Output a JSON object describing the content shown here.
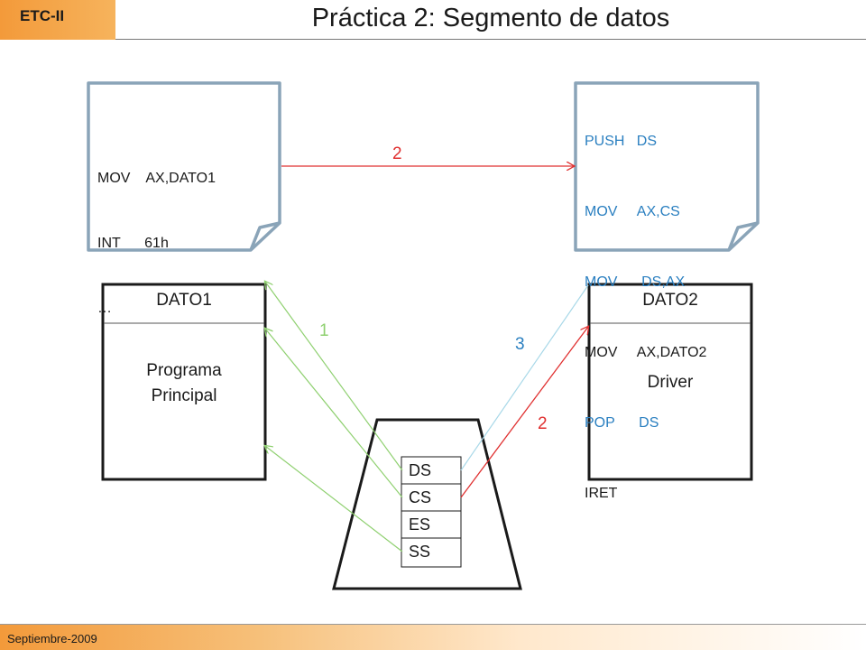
{
  "header": {
    "course": "ETC-II",
    "title": "Práctica 2: Segmento de datos"
  },
  "footer": {
    "date": "Septiembre-2009"
  },
  "main_program_code": [
    "MOV    AX,DATO1",
    "INT      61h",
    "…"
  ],
  "driver_code": [
    {
      "text": "PUSH   DS",
      "color": "#2a7fc0"
    },
    {
      "text": "MOV     AX,CS",
      "color": "#2a7fc0"
    },
    {
      "text": "MOV      DS,AX",
      "color": "#2a7fc0"
    },
    {
      "text": "MOV     AX,DATO2",
      "color": "#1a1a1a"
    },
    {
      "text": "POP      DS",
      "color": "#2a7fc0"
    },
    {
      "text": "IRET",
      "color": "#1a1a1a"
    }
  ],
  "segments": {
    "main": {
      "header": "DATO1",
      "body": [
        "Programa",
        "Principal"
      ]
    },
    "driver": {
      "header": "DATO2",
      "body": [
        "Driver"
      ]
    }
  },
  "registers": [
    "DS",
    "CS",
    "ES",
    "SS"
  ],
  "step_labels": {
    "call": "2",
    "main_ds": "1",
    "driver_ds": "3",
    "driver_cs": "2"
  },
  "colors": {
    "green_arrow": "#8fd070",
    "red_arrow": "#e03030",
    "blue_arrow": "#a8d8e8",
    "blue_code": "#2a7fc0",
    "border": "#8aa4b8"
  }
}
